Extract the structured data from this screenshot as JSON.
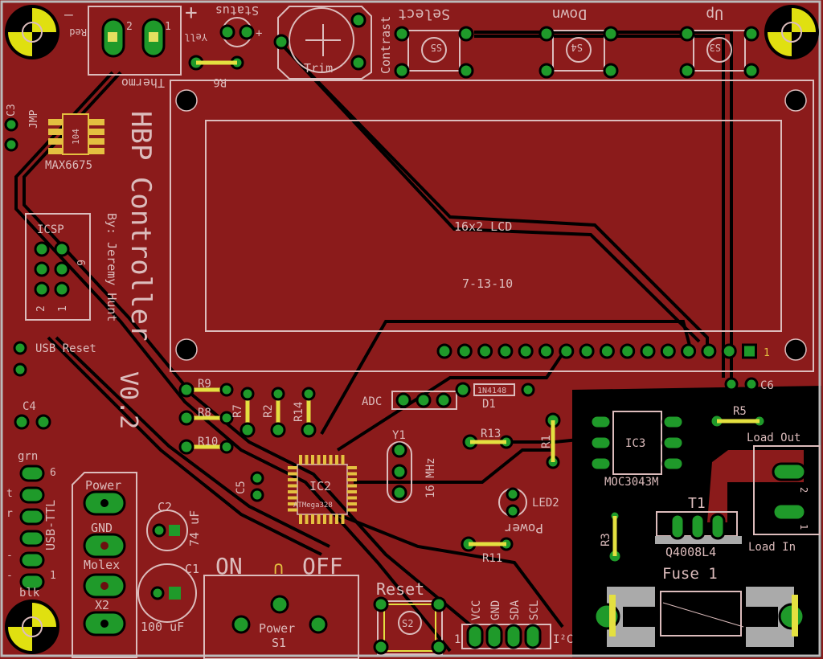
{
  "board": {
    "title": "HBP Controller",
    "author": "By: Jeremy Hunt",
    "version": "V0.2",
    "colors": {
      "copper": "#8b1b1b",
      "void": "#000000",
      "pad": "#1f9a2a",
      "silk": "#dcbcbc",
      "smd": "#e4c040"
    }
  },
  "lcd": {
    "name": "16x2 LCD",
    "date": "7-13-10",
    "pin1": "1"
  },
  "buttons": [
    {
      "label": "Select",
      "ref": "S5"
    },
    {
      "label": "Down",
      "ref": "S4"
    },
    {
      "label": "Up",
      "ref": "S3"
    }
  ],
  "trim": {
    "label": "Trim",
    "side": "Contrast"
  },
  "status": {
    "label": "Status",
    "plus": "+"
  },
  "thermo": {
    "label": "Thermo",
    "red": "Red",
    "yell": "Yell",
    "minus": "—",
    "plus": "+",
    "pin2": "2",
    "pin1": "1"
  },
  "parts": {
    "r6": "R6",
    "c3": "C3",
    "jmp": "JMP",
    "max": "MAX6675",
    "cap104": "104",
    "icsp": "ICSP",
    "icsp6": "6",
    "icsp2": "2",
    "icsp1": "1",
    "usb_reset": "USB Reset",
    "c4": "C4",
    "r9": "R9",
    "r8": "R8",
    "r10": "R10",
    "r7": "R7",
    "r2": "R2",
    "r14": "R14",
    "adc": "ADC",
    "d1": "D1",
    "diode": "1N4148",
    "y1": "Y1",
    "crystal": "16 MHz",
    "r13": "R13",
    "r1": "R1",
    "led2": "LED2",
    "led_label": "Power",
    "r11": "R11",
    "c5": "C5",
    "ic2": "IC2",
    "mcu": "ATMega328",
    "ic3": "IC3",
    "opto": "MOC3043M",
    "r5": "R5",
    "c6": "C6",
    "r3": "R3",
    "t1": "T1",
    "triac": "Q4008L4",
    "fuse": "Fuse 1",
    "load_out": "Load Out",
    "load_in": "Load In",
    "lo2": "2",
    "lo1": "1"
  },
  "usb_ttl": {
    "label": "USB-TTL",
    "grn": "grn",
    "t": "t",
    "r": "r",
    "blk": "blk",
    "pin6": "6",
    "pin1": "1",
    "dash1": "-",
    "dash2": "-"
  },
  "molex": {
    "power": "Power",
    "gnd": "GND",
    "molex": "Molex",
    "x2": "X2"
  },
  "caps": {
    "c2": "C2",
    "c2_val": "74 uF",
    "c1": "C1",
    "c1_val": "100 uF"
  },
  "switch": {
    "on": "ON",
    "off": "OFF",
    "label": "Power",
    "ref": "S1"
  },
  "reset": {
    "label": "Reset",
    "ref": "S2"
  },
  "i2c": {
    "vcc": "VCC",
    "gnd": "GND",
    "sda": "SDA",
    "scl": "SCL",
    "label": "I²C",
    "pin1": "1"
  }
}
